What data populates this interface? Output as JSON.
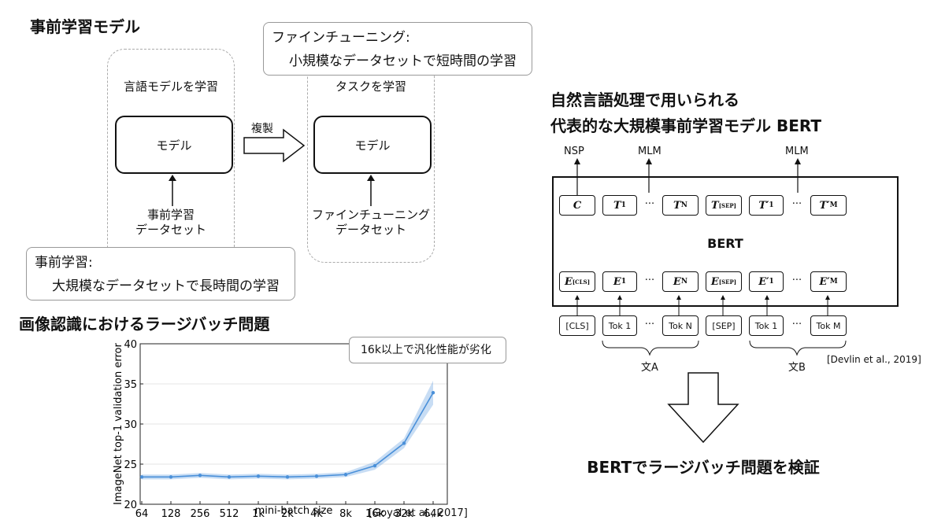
{
  "pretrain": {
    "title": "事前学習モデル",
    "lm_label": "言語モデルを学習",
    "task_label": "タスクを学習",
    "model_left": "モデル",
    "model_right": "モデル",
    "copy_label": "複製",
    "pretrain_data_l1": "事前学習",
    "pretrain_data_l2": "データセット",
    "finetune_data_l1": "ファインチューニング",
    "finetune_data_l2": "データセット",
    "finetune_note_l1": "ファインチューニング:",
    "finetune_note_l2": "小規模なデータセットで短時間の学習",
    "pretrain_note_l1": "事前学習:",
    "pretrain_note_l2": "大規模なデータセットで長時間の学習"
  },
  "largebatch": {
    "title": "画像認識におけるラージバッチ問題",
    "note": "16k以上で汎化性能が劣化",
    "citation": "[Goyal et al., 2017]"
  },
  "chart_data": {
    "type": "line",
    "xlabel": "mini-batch size",
    "ylabel": "ImageNet top-1 validation error",
    "categories": [
      "64",
      "128",
      "256",
      "512",
      "1k",
      "2k",
      "4k",
      "8k",
      "16k",
      "32k",
      "64k"
    ],
    "values": [
      23.4,
      23.4,
      23.6,
      23.4,
      23.5,
      23.4,
      23.5,
      23.7,
      24.8,
      27.6,
      33.9
    ],
    "band_half_width": [
      0.3,
      0.3,
      0.3,
      0.3,
      0.3,
      0.3,
      0.3,
      0.3,
      0.5,
      0.6,
      1.5
    ],
    "ylim": [
      20,
      40
    ],
    "yticks": [
      "20",
      "25",
      "30",
      "35",
      "40"
    ],
    "color": "#4a90d9"
  },
  "bert": {
    "title_l1": "自然言語処理で用いられる",
    "title_l2": "代表的な大規模事前学習モデル BERT",
    "center_label": "BERT",
    "top_labels": {
      "nsp": "NSP",
      "mlm1": "MLM",
      "mlm2": "MLM"
    },
    "dots": "···",
    "out": {
      "c": "C",
      "t1": "T",
      "t1_sub": "1",
      "tn": "T",
      "tn_sub": "N",
      "tsep": "T",
      "tsep_sub": "[SEP]",
      "t1p": "T′",
      "t1p_sub": "1",
      "tmp": "T′",
      "tmp_sub": "M"
    },
    "emb": {
      "ecls": "E",
      "ecls_sub": "[CLS]",
      "e1": "E",
      "e1_sub": "1",
      "en": "E",
      "en_sub": "N",
      "esep": "E",
      "esep_sub": "[SEP]",
      "e1p": "E′",
      "e1p_sub": "1",
      "emp": "E′",
      "emp_sub": "M"
    },
    "tokens": {
      "cls": "[CLS]",
      "tok1": "Tok 1",
      "tokn": "Tok N",
      "sep": "[SEP]",
      "tok1b": "Tok 1",
      "tokm": "Tok M"
    },
    "sentence_a": "文A",
    "sentence_b": "文B",
    "citation": "[Devlin et al., 2019]"
  },
  "conclusion": "BERTでラージバッチ問題を検証"
}
